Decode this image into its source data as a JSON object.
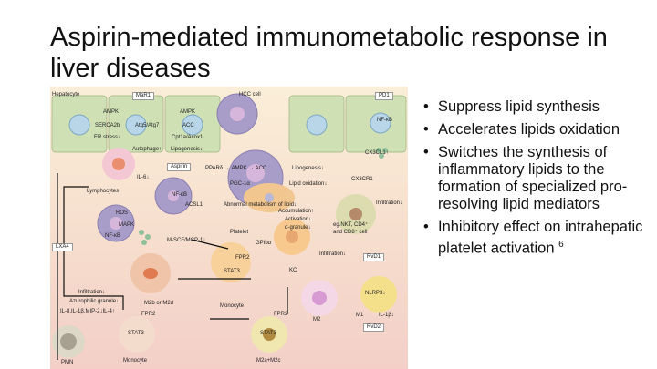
{
  "title": "Aspirin-mediated immunometabolic response in liver diseases",
  "bullets": [
    "Suppress lipid synthesis",
    "Accelerates lipids oxidation",
    "Switches the synthesis of inflammatory lipids to the formation of specialized pro-resolving lipid mediators",
    "Inhibitory effect on intrahepatic platelet activation"
  ],
  "footnote": "6",
  "diagram": {
    "labels": [
      "Hepatocyte",
      "MaR1",
      "AMPK",
      "SERCA2b",
      "ER stress↓",
      "Atg5/Atg7",
      "Autophage↑",
      "AMPK",
      "ACC",
      "Cpt1a/Acox1",
      "Lipogenesis↓",
      "HCC cell",
      "PD1",
      "NF-κB",
      "IL-6↓",
      "Lymphocytes",
      "Aspirin",
      "PPARδ → AMPK → ACC",
      "Lipogenesis↓",
      "PGC-1α",
      "Lipid oxidation↓",
      "NF-κB",
      "ACSL1",
      "Abnormal metabolism of lipid↓",
      "Accumulation↑",
      "Activation↓",
      "α-granule↓",
      "Platelet",
      "GPIbα",
      "CX3CL1↑",
      "CX3CR1",
      "Infiltration↓",
      "eg.NKT, CD4⁺",
      "and CD8⁺ cell",
      "ROS",
      "MAPK",
      "NF-κB",
      "M-SCF/MCP-1↓",
      "FPR2",
      "STAT3",
      "Monocyte",
      "M2b or M2d",
      "KC",
      "Infiltration↓",
      "RvD1",
      "NLRP3↓",
      "M1",
      "IL-1β↓",
      "RvD2",
      "M2",
      "LXA4",
      "Infiltration↓",
      "Azurophilic granule↓",
      "IL-8,IL-1β,MIP-2↓IL-4↑",
      "FPR2",
      "STAT3",
      "Monocyte",
      "PMN",
      "FPR2",
      "STAT3",
      "M2a+M2c"
    ]
  }
}
